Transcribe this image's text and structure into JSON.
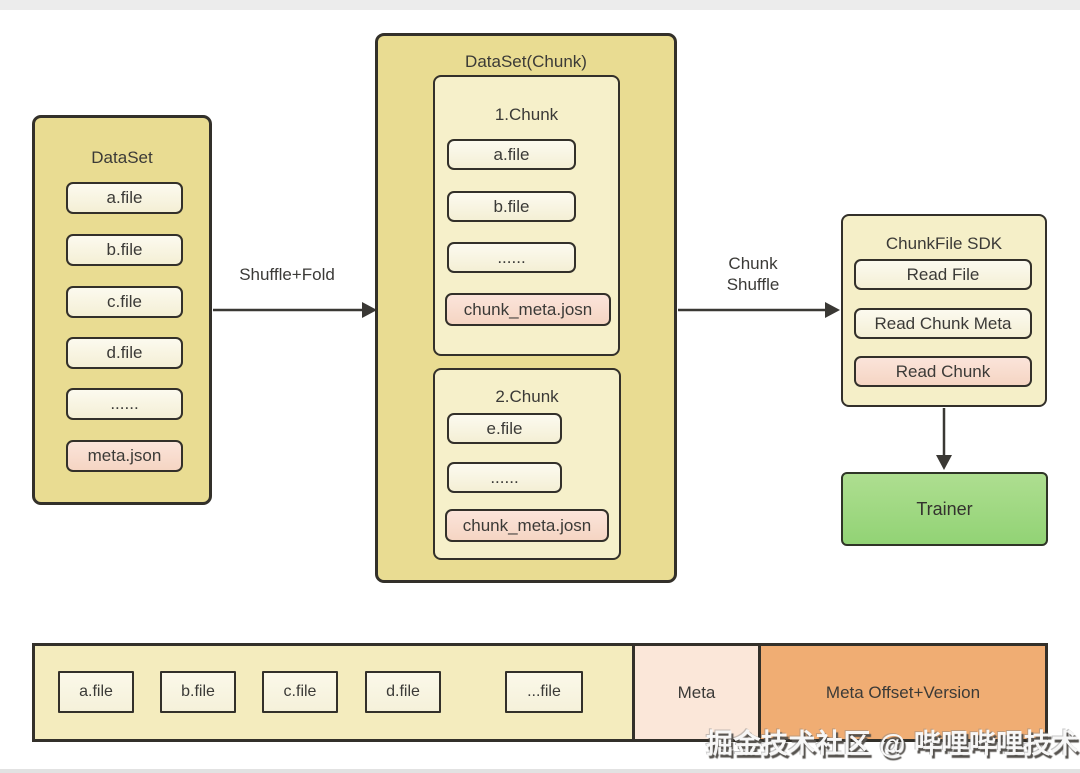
{
  "colors": {
    "outer_yellow": "#e9dc92",
    "inner_yellow": "#f6f0ca",
    "bar_yellow": "#f4ecbe",
    "item_cream": "#fbf8e9",
    "item_pink": "#f8decf",
    "meta_section_pink": "#fbe7d9",
    "version_orange": "#f0ad73",
    "trainer_green": "#9fd981",
    "border_dark": "#33302a"
  },
  "dataset_box": {
    "title": "DataSet",
    "items": [
      {
        "label": "a.file"
      },
      {
        "label": "b.file"
      },
      {
        "label": "c.file"
      },
      {
        "label": "d.file"
      },
      {
        "label": "......"
      },
      {
        "label": "meta.json"
      }
    ]
  },
  "shuffle_fold_arrow": {
    "label": "Shuffle+Fold"
  },
  "chunk_dataset_box": {
    "title": "DataSet(Chunk)",
    "chunks": [
      {
        "title": "1.Chunk",
        "items": [
          {
            "label": "a.file"
          },
          {
            "label": "b.file"
          },
          {
            "label": "......"
          },
          {
            "label": "chunk_meta.josn"
          }
        ]
      },
      {
        "title": "2.Chunk",
        "items": [
          {
            "label": "e.file"
          },
          {
            "label": "......"
          },
          {
            "label": "chunk_meta.josn"
          }
        ]
      }
    ]
  },
  "chunk_shuffle_arrow": {
    "label_line1": "Chunk",
    "label_line2": "Shuffle"
  },
  "sdk_box": {
    "title": "ChunkFile SDK",
    "items": [
      {
        "label": "Read File"
      },
      {
        "label": "Read Chunk Meta"
      },
      {
        "label": "Read Chunk"
      }
    ]
  },
  "trainer_box": {
    "label": "Trainer"
  },
  "file_layout_bar": {
    "files": [
      {
        "label": "a.file"
      },
      {
        "label": "b.file"
      },
      {
        "label": "c.file"
      },
      {
        "label": "d.file"
      },
      {
        "label": "...file"
      }
    ],
    "meta_label": "Meta",
    "version_label": "Meta Offset+Version"
  },
  "watermark": "掘金技术社区 @ 哔哩哔哩技术"
}
